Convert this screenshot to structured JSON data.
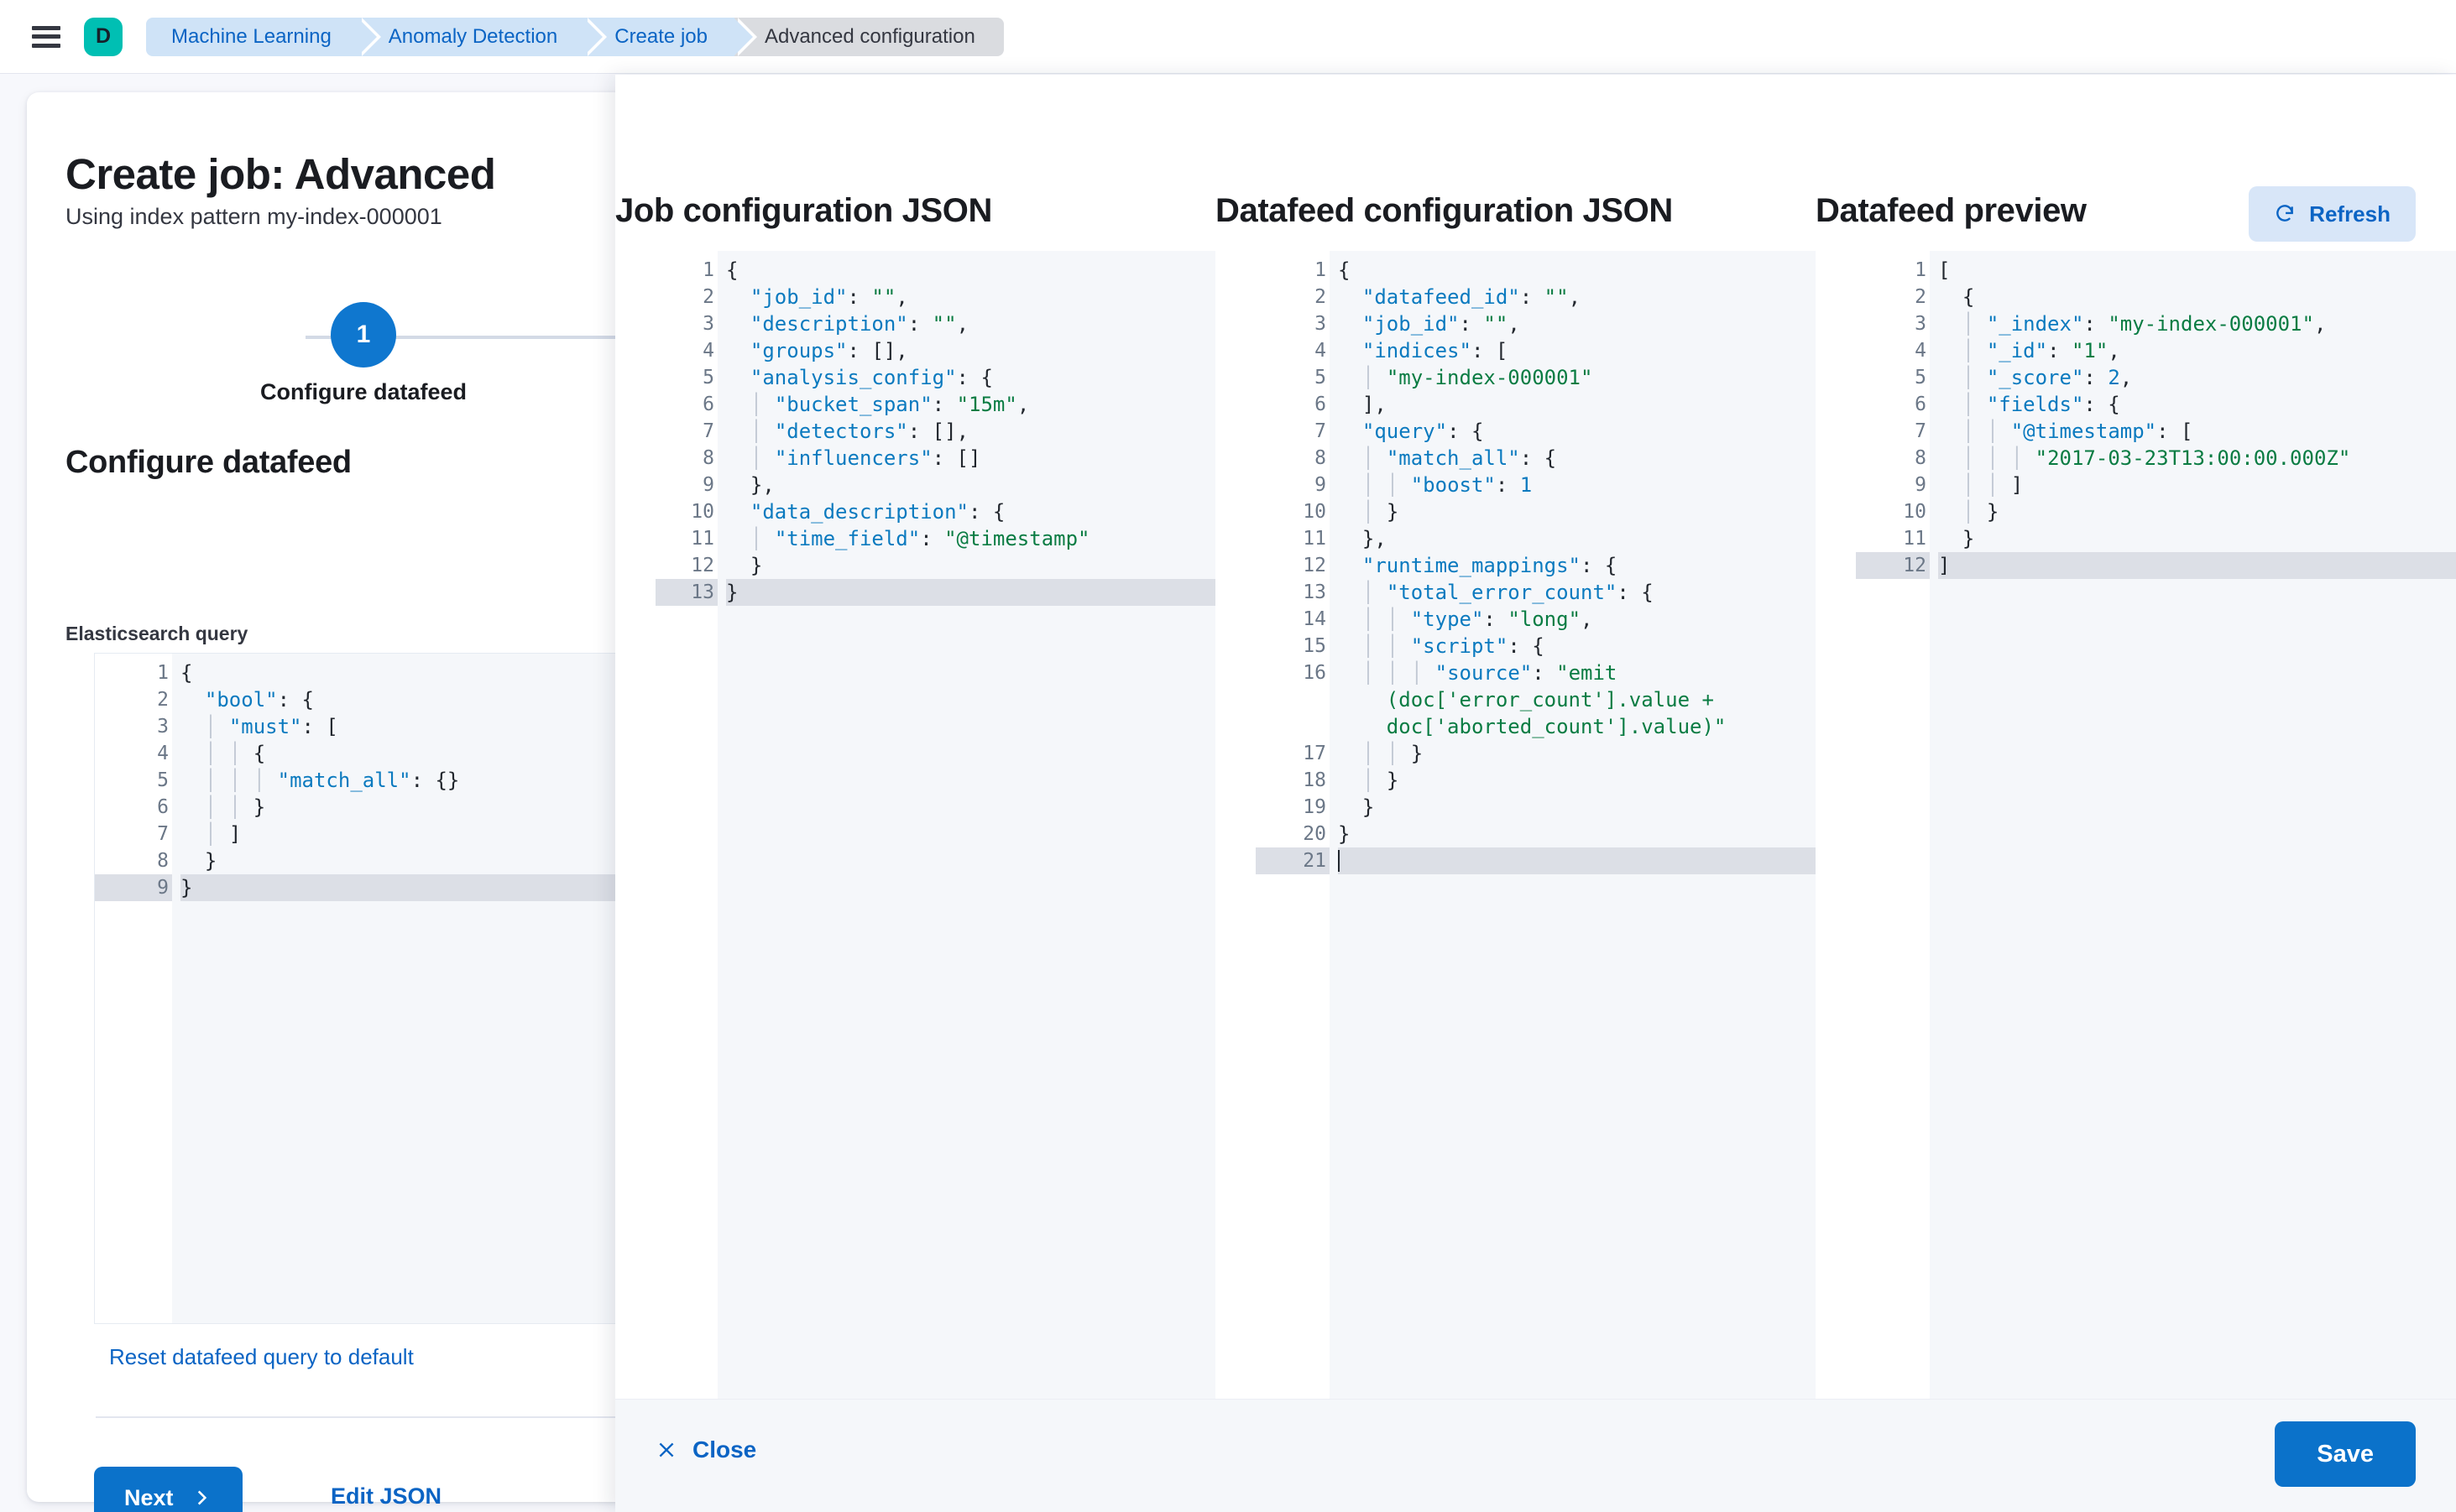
{
  "topbar": {
    "menu_icon": "hamburger-menu-icon",
    "space_badge": "D",
    "breadcrumbs": [
      {
        "label": "Machine Learning",
        "active": false
      },
      {
        "label": "Anomaly Detection",
        "active": false
      },
      {
        "label": "Create job",
        "active": false
      },
      {
        "label": "Advanced configuration",
        "active": true
      }
    ]
  },
  "job_page": {
    "title": "Create job: Advanced",
    "subtitle": "Using index pattern my-index-000001",
    "step_number": "1",
    "step_label": "Configure datafeed",
    "section_title": "Configure datafeed",
    "field_label": "Elasticsearch query",
    "reset_link": "Reset datafeed query to default",
    "next_label": "Next",
    "edit_json_label": "Edit JSON",
    "query_editor": {
      "lines": [
        {
          "n": "1",
          "fold": true,
          "indent": 0,
          "tokens": [
            {
              "t": "p",
              "v": "{"
            }
          ]
        },
        {
          "n": "2",
          "fold": true,
          "indent": 1,
          "tokens": [
            {
              "t": "k",
              "v": "\"bool\""
            },
            {
              "t": "p",
              "v": ": {"
            }
          ]
        },
        {
          "n": "3",
          "fold": true,
          "indent": 2,
          "tokens": [
            {
              "t": "k",
              "v": "\"must\""
            },
            {
              "t": "p",
              "v": ": ["
            }
          ]
        },
        {
          "n": "4",
          "fold": true,
          "indent": 3,
          "tokens": [
            {
              "t": "p",
              "v": "{"
            }
          ]
        },
        {
          "n": "5",
          "fold": false,
          "indent": 4,
          "tokens": [
            {
              "t": "k",
              "v": "\"match_all\""
            },
            {
              "t": "p",
              "v": ": {}"
            }
          ]
        },
        {
          "n": "6",
          "fold": false,
          "indent": 3,
          "tokens": [
            {
              "t": "p",
              "v": "}"
            }
          ]
        },
        {
          "n": "7",
          "fold": false,
          "indent": 2,
          "tokens": [
            {
              "t": "p",
              "v": "]"
            }
          ]
        },
        {
          "n": "8",
          "fold": false,
          "indent": 1,
          "tokens": [
            {
              "t": "p",
              "v": "}"
            }
          ]
        },
        {
          "n": "9",
          "fold": false,
          "indent": 0,
          "active": true,
          "tokens": [
            {
              "t": "p",
              "v": "}"
            }
          ]
        }
      ]
    }
  },
  "flyout": {
    "columns": [
      {
        "heading": "Job configuration JSON"
      },
      {
        "heading": "Datafeed configuration JSON"
      },
      {
        "heading": "Datafeed preview"
      }
    ],
    "refresh_label": "Refresh",
    "close_label": "Close",
    "save_label": "Save",
    "job_config_editor": {
      "lines": [
        {
          "n": "1",
          "fold": true,
          "indent": 0,
          "tokens": [
            {
              "t": "p",
              "v": "{"
            }
          ]
        },
        {
          "n": "2",
          "fold": false,
          "indent": 1,
          "tokens": [
            {
              "t": "k",
              "v": "\"job_id\""
            },
            {
              "t": "p",
              "v": ": "
            },
            {
              "t": "s",
              "v": "\"\""
            },
            {
              "t": "p",
              "v": ","
            }
          ]
        },
        {
          "n": "3",
          "fold": false,
          "indent": 1,
          "tokens": [
            {
              "t": "k",
              "v": "\"description\""
            },
            {
              "t": "p",
              "v": ": "
            },
            {
              "t": "s",
              "v": "\"\""
            },
            {
              "t": "p",
              "v": ","
            }
          ]
        },
        {
          "n": "4",
          "fold": false,
          "indent": 1,
          "tokens": [
            {
              "t": "k",
              "v": "\"groups\""
            },
            {
              "t": "p",
              "v": ": [],"
            }
          ]
        },
        {
          "n": "5",
          "fold": true,
          "indent": 1,
          "tokens": [
            {
              "t": "k",
              "v": "\"analysis_config\""
            },
            {
              "t": "p",
              "v": ": {"
            }
          ]
        },
        {
          "n": "6",
          "fold": false,
          "indent": 2,
          "tokens": [
            {
              "t": "k",
              "v": "\"bucket_span\""
            },
            {
              "t": "p",
              "v": ": "
            },
            {
              "t": "s",
              "v": "\"15m\""
            },
            {
              "t": "p",
              "v": ","
            }
          ]
        },
        {
          "n": "7",
          "fold": false,
          "indent": 2,
          "tokens": [
            {
              "t": "k",
              "v": "\"detectors\""
            },
            {
              "t": "p",
              "v": ": [],"
            }
          ]
        },
        {
          "n": "8",
          "fold": false,
          "indent": 2,
          "tokens": [
            {
              "t": "k",
              "v": "\"influencers\""
            },
            {
              "t": "p",
              "v": ": []"
            }
          ]
        },
        {
          "n": "9",
          "fold": false,
          "indent": 1,
          "tokens": [
            {
              "t": "p",
              "v": "},"
            }
          ]
        },
        {
          "n": "10",
          "fold": true,
          "indent": 1,
          "tokens": [
            {
              "t": "k",
              "v": "\"data_description\""
            },
            {
              "t": "p",
              "v": ": {"
            }
          ]
        },
        {
          "n": "11",
          "fold": false,
          "indent": 2,
          "tokens": [
            {
              "t": "k",
              "v": "\"time_field\""
            },
            {
              "t": "p",
              "v": ": "
            },
            {
              "t": "s",
              "v": "\"@timestamp\""
            }
          ]
        },
        {
          "n": "12",
          "fold": false,
          "indent": 1,
          "tokens": [
            {
              "t": "p",
              "v": "}"
            }
          ]
        },
        {
          "n": "13",
          "fold": false,
          "indent": 0,
          "active": true,
          "tokens": [
            {
              "t": "p",
              "v": "}"
            }
          ]
        }
      ]
    },
    "datafeed_config_editor": {
      "lines": [
        {
          "n": "1",
          "fold": true,
          "indent": 0,
          "tokens": [
            {
              "t": "p",
              "v": "{"
            }
          ]
        },
        {
          "n": "2",
          "fold": false,
          "indent": 1,
          "tokens": [
            {
              "t": "k",
              "v": "\"datafeed_id\""
            },
            {
              "t": "p",
              "v": ": "
            },
            {
              "t": "s",
              "v": "\"\""
            },
            {
              "t": "p",
              "v": ","
            }
          ]
        },
        {
          "n": "3",
          "fold": false,
          "indent": 1,
          "tokens": [
            {
              "t": "k",
              "v": "\"job_id\""
            },
            {
              "t": "p",
              "v": ": "
            },
            {
              "t": "s",
              "v": "\"\""
            },
            {
              "t": "p",
              "v": ","
            }
          ]
        },
        {
          "n": "4",
          "fold": true,
          "indent": 1,
          "tokens": [
            {
              "t": "k",
              "v": "\"indices\""
            },
            {
              "t": "p",
              "v": ": ["
            }
          ]
        },
        {
          "n": "5",
          "fold": false,
          "indent": 2,
          "tokens": [
            {
              "t": "s",
              "v": "\"my-index-000001\""
            }
          ]
        },
        {
          "n": "6",
          "fold": false,
          "indent": 1,
          "tokens": [
            {
              "t": "p",
              "v": "],"
            }
          ]
        },
        {
          "n": "7",
          "fold": true,
          "indent": 1,
          "tokens": [
            {
              "t": "k",
              "v": "\"query\""
            },
            {
              "t": "p",
              "v": ": {"
            }
          ]
        },
        {
          "n": "8",
          "fold": true,
          "indent": 2,
          "tokens": [
            {
              "t": "k",
              "v": "\"match_all\""
            },
            {
              "t": "p",
              "v": ": {"
            }
          ]
        },
        {
          "n": "9",
          "fold": false,
          "indent": 3,
          "tokens": [
            {
              "t": "k",
              "v": "\"boost\""
            },
            {
              "t": "p",
              "v": ": "
            },
            {
              "t": "n",
              "v": "1"
            }
          ]
        },
        {
          "n": "10",
          "fold": false,
          "indent": 2,
          "tokens": [
            {
              "t": "p",
              "v": "}"
            }
          ]
        },
        {
          "n": "11",
          "fold": false,
          "indent": 1,
          "tokens": [
            {
              "t": "p",
              "v": "},"
            }
          ]
        },
        {
          "n": "12",
          "fold": true,
          "indent": 1,
          "tokens": [
            {
              "t": "k",
              "v": "\"runtime_mappings\""
            },
            {
              "t": "p",
              "v": ": {"
            }
          ]
        },
        {
          "n": "13",
          "fold": true,
          "indent": 2,
          "tokens": [
            {
              "t": "k",
              "v": "\"total_error_count\""
            },
            {
              "t": "p",
              "v": ": {"
            }
          ]
        },
        {
          "n": "14",
          "fold": false,
          "indent": 3,
          "tokens": [
            {
              "t": "k",
              "v": "\"type\""
            },
            {
              "t": "p",
              "v": ": "
            },
            {
              "t": "s",
              "v": "\"long\""
            },
            {
              "t": "p",
              "v": ","
            }
          ]
        },
        {
          "n": "15",
          "fold": true,
          "indent": 3,
          "tokens": [
            {
              "t": "k",
              "v": "\"script\""
            },
            {
              "t": "p",
              "v": ": {"
            }
          ]
        },
        {
          "n": "16",
          "fold": false,
          "indent": 4,
          "wrapped": true,
          "tokens": [
            {
              "t": "k",
              "v": "\"source\""
            },
            {
              "t": "p",
              "v": ": "
            },
            {
              "t": "s",
              "v": "\"emit\n    (doc['error_count'].value +\n    doc['aborted_count'].value)\""
            }
          ]
        },
        {
          "n": "17",
          "fold": false,
          "indent": 3,
          "tokens": [
            {
              "t": "p",
              "v": "}"
            }
          ]
        },
        {
          "n": "18",
          "fold": false,
          "indent": 2,
          "tokens": [
            {
              "t": "p",
              "v": "}"
            }
          ]
        },
        {
          "n": "19",
          "fold": false,
          "indent": 1,
          "tokens": [
            {
              "t": "p",
              "v": "}"
            }
          ]
        },
        {
          "n": "20",
          "fold": false,
          "indent": 0,
          "tokens": [
            {
              "t": "p",
              "v": "}"
            }
          ]
        },
        {
          "n": "21",
          "fold": false,
          "indent": 0,
          "active": true,
          "caret": true,
          "tokens": []
        }
      ]
    },
    "datafeed_preview_editor": {
      "lines": [
        {
          "n": "1",
          "fold": true,
          "indent": 0,
          "tokens": [
            {
              "t": "p",
              "v": "["
            }
          ]
        },
        {
          "n": "2",
          "fold": true,
          "indent": 1,
          "tokens": [
            {
              "t": "p",
              "v": "{"
            }
          ]
        },
        {
          "n": "3",
          "fold": false,
          "indent": 2,
          "tokens": [
            {
              "t": "k",
              "v": "\"_index\""
            },
            {
              "t": "p",
              "v": ": "
            },
            {
              "t": "s",
              "v": "\"my-index-000001\""
            },
            {
              "t": "p",
              "v": ","
            }
          ]
        },
        {
          "n": "4",
          "fold": false,
          "indent": 2,
          "tokens": [
            {
              "t": "k",
              "v": "\"_id\""
            },
            {
              "t": "p",
              "v": ": "
            },
            {
              "t": "s",
              "v": "\"1\""
            },
            {
              "t": "p",
              "v": ","
            }
          ]
        },
        {
          "n": "5",
          "fold": false,
          "indent": 2,
          "tokens": [
            {
              "t": "k",
              "v": "\"_score\""
            },
            {
              "t": "p",
              "v": ": "
            },
            {
              "t": "n",
              "v": "2"
            },
            {
              "t": "p",
              "v": ","
            }
          ]
        },
        {
          "n": "6",
          "fold": true,
          "indent": 2,
          "tokens": [
            {
              "t": "k",
              "v": "\"fields\""
            },
            {
              "t": "p",
              "v": ": {"
            }
          ]
        },
        {
          "n": "7",
          "fold": true,
          "indent": 3,
          "tokens": [
            {
              "t": "k",
              "v": "\"@timestamp\""
            },
            {
              "t": "p",
              "v": ": ["
            }
          ]
        },
        {
          "n": "8",
          "fold": false,
          "indent": 4,
          "tokens": [
            {
              "t": "s",
              "v": "\"2017-03-23T13:00:00.000Z\""
            }
          ]
        },
        {
          "n": "9",
          "fold": false,
          "indent": 3,
          "tokens": [
            {
              "t": "p",
              "v": "]"
            }
          ]
        },
        {
          "n": "10",
          "fold": false,
          "indent": 2,
          "tokens": [
            {
              "t": "p",
              "v": "}"
            }
          ]
        },
        {
          "n": "11",
          "fold": false,
          "indent": 1,
          "tokens": [
            {
              "t": "p",
              "v": "}"
            }
          ]
        },
        {
          "n": "12",
          "fold": false,
          "indent": 0,
          "active": true,
          "tokens": [
            {
              "t": "p",
              "v": "]"
            }
          ]
        }
      ]
    }
  },
  "colors": {
    "primary_blue": "#0b72ca",
    "link_blue": "#0b64c4",
    "space_teal": "#00bfb3",
    "editor_bg": "#f5f7fa",
    "active_line": "#dcdfe6",
    "json_key": "#0b7abf",
    "json_string": "#0a7c43"
  }
}
